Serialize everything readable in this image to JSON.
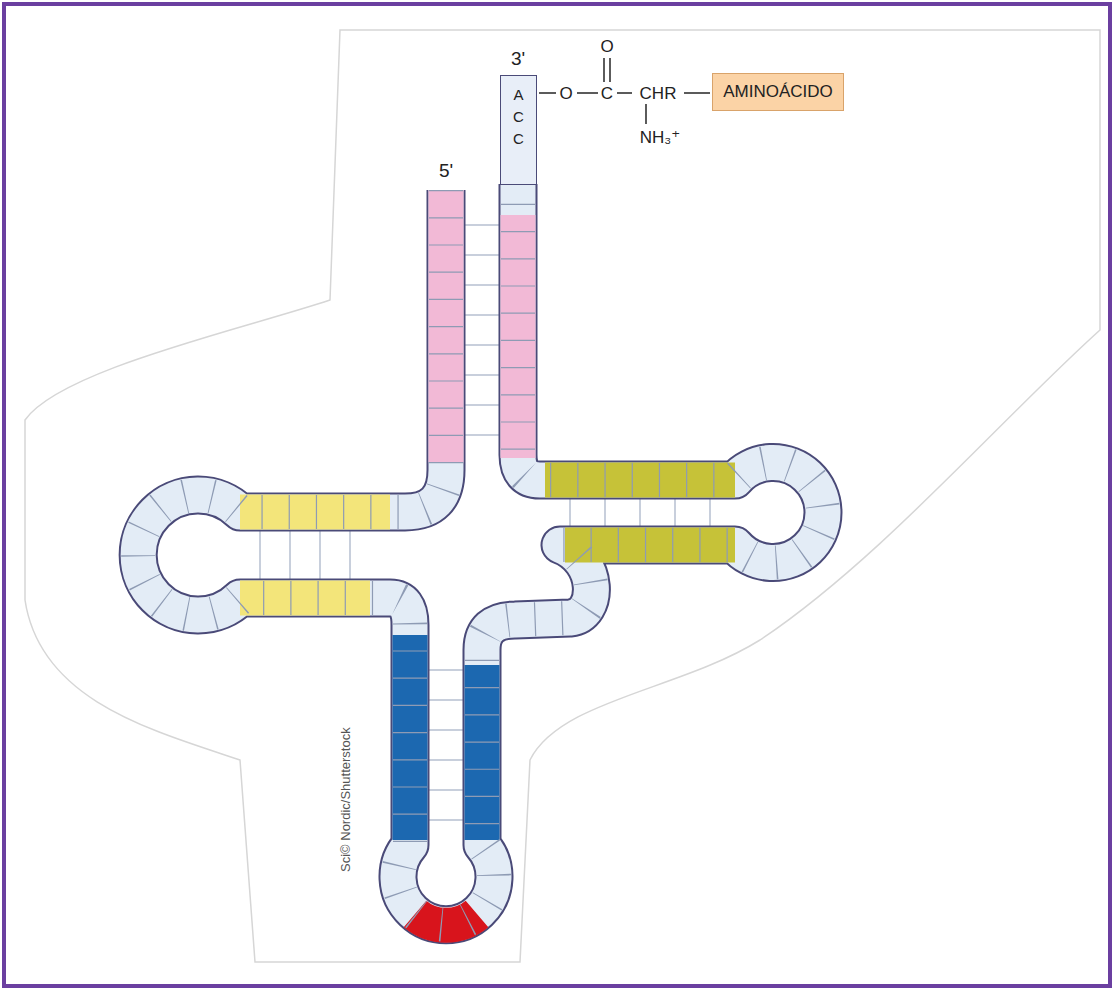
{
  "diagram": {
    "nodes": [
      {
        "text": [
          "A C C"
        ]
      },
      {
        "text": [
          "AMINOÁCIDO"
        ]
      }
    ],
    "labels": [
      "3'",
      "O",
      "5'",
      "O",
      "C",
      "CHR",
      "NH₃⁺",
      "Sci© Nordic/Shutterstock"
    ]
  }
}
